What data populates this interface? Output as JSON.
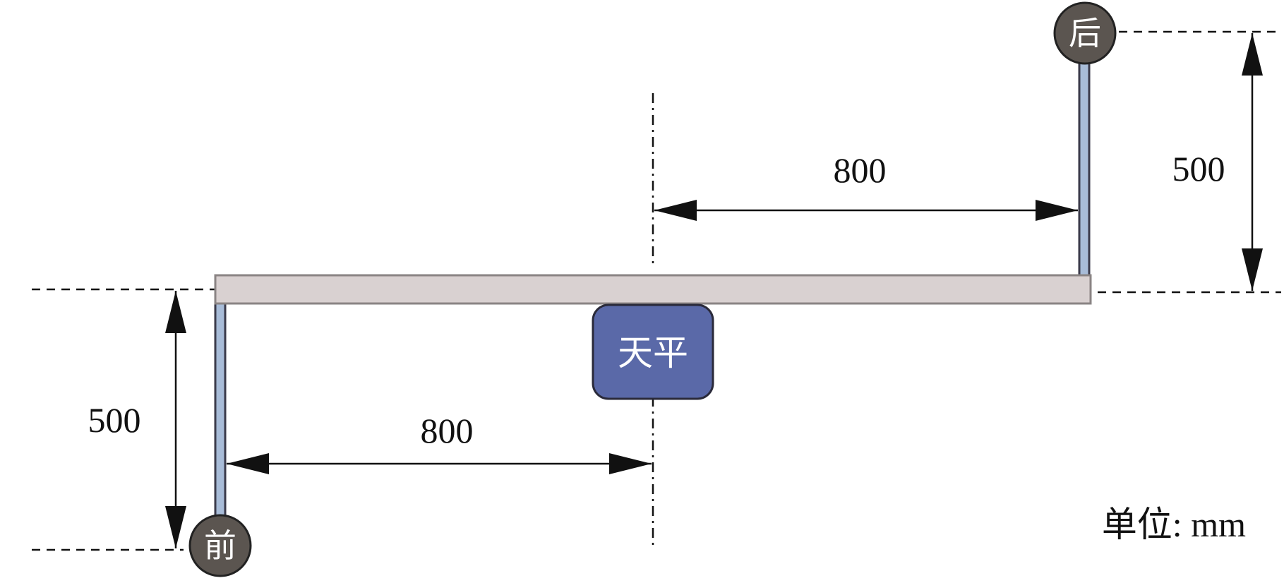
{
  "diagram": {
    "labels": {
      "rear": "后",
      "front": "前",
      "balance": "天平",
      "unit": "单位: mm"
    },
    "dimensions": {
      "rear_horizontal": "800",
      "rear_vertical": "500",
      "front_horizontal": "800",
      "front_vertical": "500"
    },
    "colors": {
      "beam_fill": "#d9d1d1",
      "beam_stroke": "#8a8484",
      "rod_fill": "#a8bcd8",
      "rod_stroke": "#3a3a4a",
      "node_fill": "#5b5550",
      "balance_fill": "#5a69a8",
      "balance_stroke": "#2a2a3a",
      "line": "#111111"
    }
  }
}
